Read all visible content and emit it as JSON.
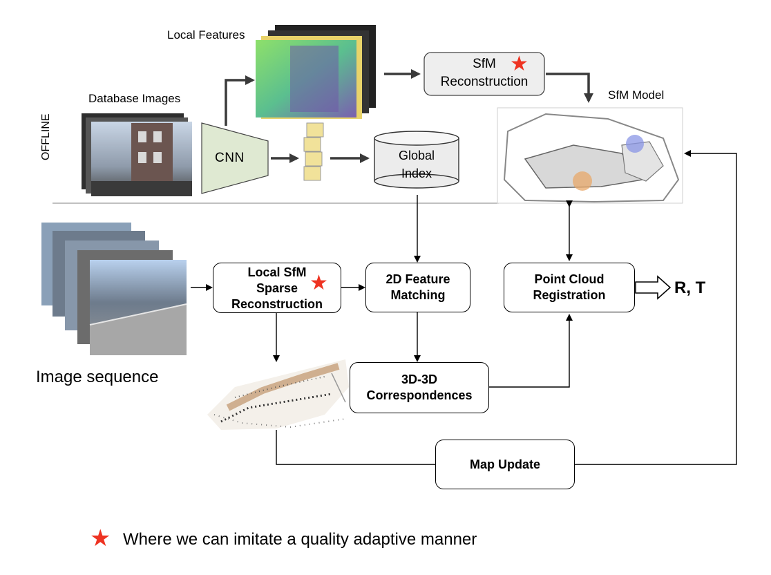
{
  "offline": {
    "section_label": "OFFLINE",
    "local_features_label": "Local Features",
    "database_images_label": "Database Images",
    "cnn_label": "CNN",
    "global_index_label": [
      "Global",
      "Index"
    ],
    "sfm_reconstruction_label": [
      "SfM",
      "Reconstruction"
    ],
    "sfm_model_label": "SfM Model"
  },
  "online": {
    "image_sequence_label": "Image sequence",
    "local_sfm_label": [
      "Local SfM",
      "Sparse",
      "Reconstruction"
    ],
    "feature_matching_label": [
      "2D Feature",
      "Matching"
    ],
    "correspondences_label": [
      "3D-3D",
      "Correspondences"
    ],
    "point_cloud_label": [
      "Point Cloud",
      "Registration"
    ],
    "map_update_label": "Map Update",
    "output_label": "R, T"
  },
  "legend": {
    "star_glyph": "★",
    "text": "Where we can imitate a quality adaptive manner"
  },
  "colors": {
    "star": "#ee3322",
    "cnn_fill": "#dfe9d2",
    "feature_cell": "#f1e29a",
    "index_fill": "#ececec",
    "sfm_box_fill": "#eeeeee"
  }
}
